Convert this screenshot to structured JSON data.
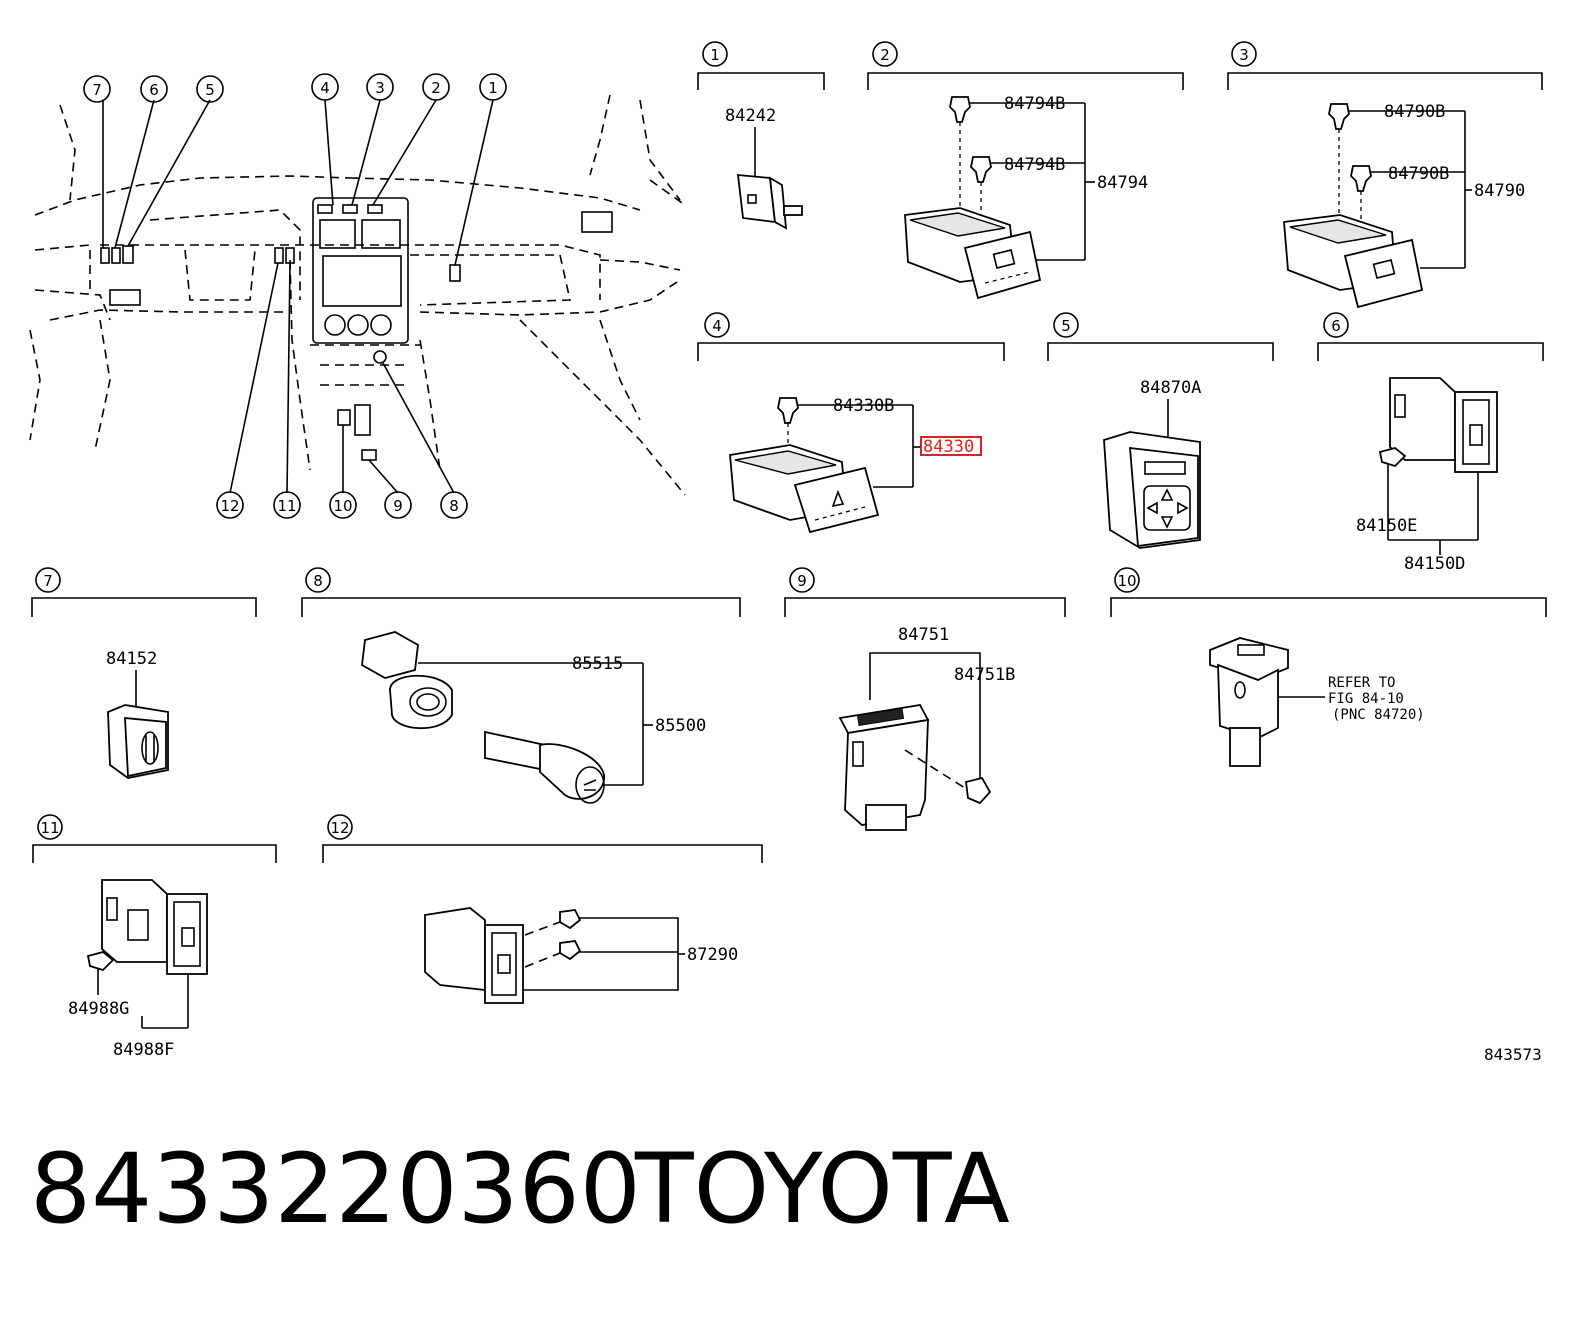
{
  "title": {
    "part_number": "8433220360",
    "brand": "TOYOTA"
  },
  "figure_number": "843573",
  "overview_callouts": [
    "7",
    "6",
    "5",
    "4",
    "3",
    "2",
    "1",
    "12",
    "11",
    "10",
    "9",
    "8"
  ],
  "groups": [
    {
      "id": "1",
      "labels": [
        "84242"
      ]
    },
    {
      "id": "2",
      "labels": [
        "84794B",
        "84794B",
        "84794"
      ]
    },
    {
      "id": "3",
      "labels": [
        "84790B",
        "84790B",
        "84790"
      ]
    },
    {
      "id": "4",
      "labels": [
        "84330B",
        "84330"
      ],
      "highlighted": "84330"
    },
    {
      "id": "5",
      "labels": [
        "84870A"
      ]
    },
    {
      "id": "6",
      "labels": [
        "84150E",
        "84150D"
      ]
    },
    {
      "id": "7",
      "labels": [
        "84152"
      ]
    },
    {
      "id": "8",
      "labels": [
        "85515",
        "85500"
      ]
    },
    {
      "id": "9",
      "labels": [
        "84751",
        "84751B"
      ]
    },
    {
      "id": "10",
      "labels": [
        "REFER TO",
        "FIG 84-10",
        "(PNC 84720)"
      ]
    },
    {
      "id": "11",
      "labels": [
        "84988G",
        "84988F"
      ]
    },
    {
      "id": "12",
      "labels": [
        "87290"
      ]
    }
  ],
  "colors": {
    "highlight": "#e02020",
    "ink": "#000000",
    "background": "#ffffff"
  }
}
